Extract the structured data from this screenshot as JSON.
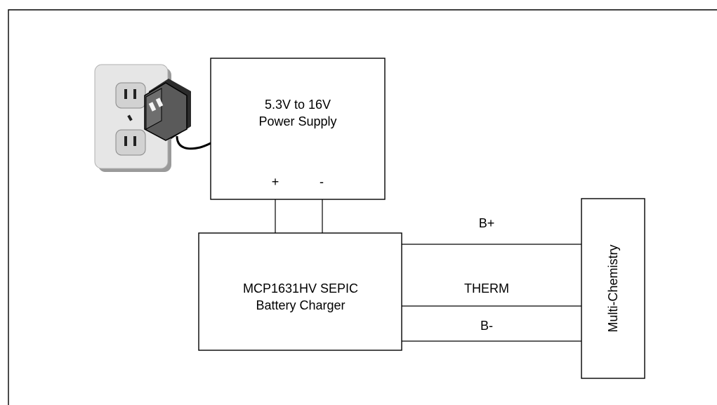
{
  "power_supply": {
    "line1": "5.3V to 16V",
    "line2": "Power Supply",
    "plus": "+",
    "minus": "-"
  },
  "charger": {
    "line1": "MCP1631HV SEPIC",
    "line2": "Battery Charger"
  },
  "battery": {
    "label": "Multi-Chemistry"
  },
  "connections": {
    "b_plus": "B+",
    "therm": "THERM",
    "b_minus": "B-"
  },
  "colors": {
    "outlet_plate": "#e6e6e6",
    "outlet_shadow": "#9a9a9a",
    "adapter_body": "#555555",
    "line": "#000000"
  }
}
